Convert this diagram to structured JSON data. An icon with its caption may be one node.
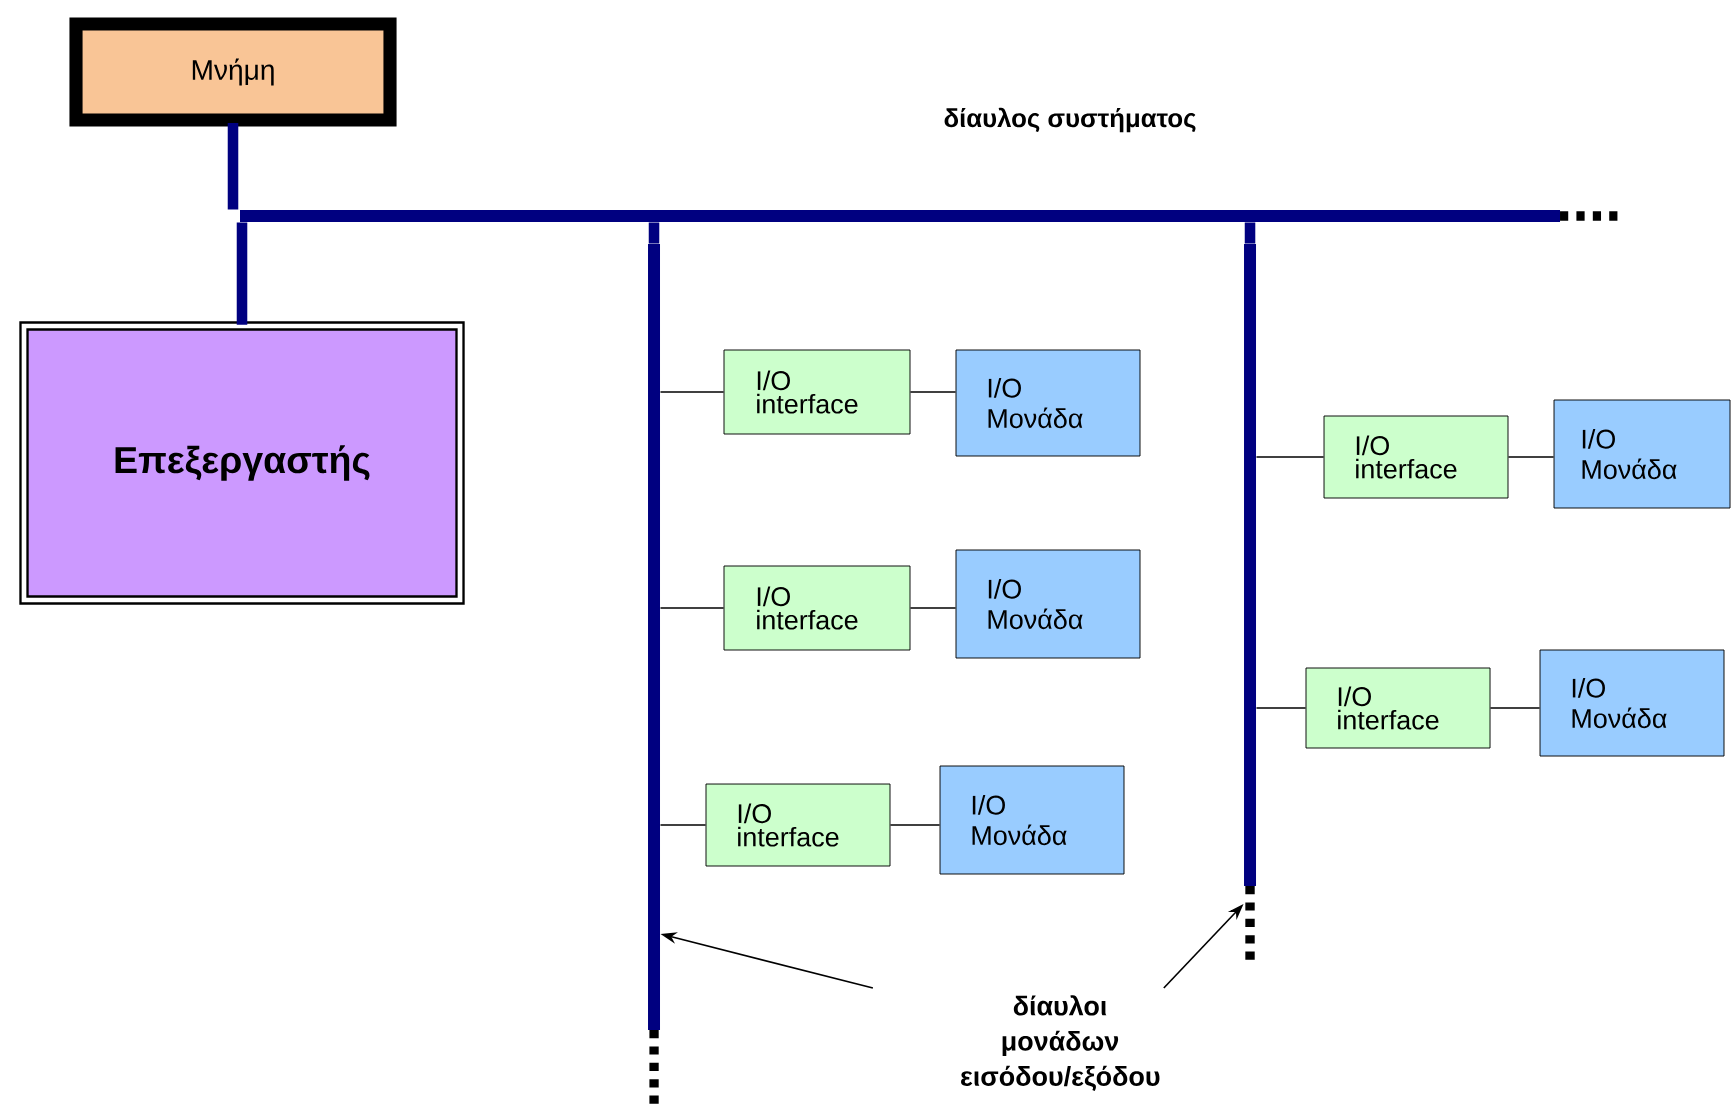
{
  "diagram": {
    "nodes": [
      {
        "text": [
          "Μνήμη"
        ]
      },
      {
        "text": [
          "Επεξεργαστής"
        ]
      },
      {
        "text": [],
        "shape": "bar"
      },
      {
        "text": [],
        "shape": "bar"
      },
      {
        "text": [],
        "shape": "bar"
      },
      {
        "text": [
          "I/O interface"
        ]
      },
      {
        "text": [
          "I/O Μονάδα"
        ]
      },
      {
        "text": [
          "I/O interface"
        ]
      },
      {
        "text": [
          "I/O Μονάδα"
        ]
      },
      {
        "text": [
          "I/O interface"
        ]
      },
      {
        "text": [
          "I/O Μονάδα"
        ]
      },
      {
        "text": [
          "I/O interface"
        ]
      },
      {
        "text": [
          "I/O Μονάδα"
        ]
      },
      {
        "text": [
          "I/O interface"
        ]
      },
      {
        "text": [
          "I/O Μονάδα"
        ]
      },
      {
        "text": [
          "δίαυλοι μονάδων εισόδου/εξόδου"
        ]
      }
    ],
    "edges": [
      {
        "from": 0,
        "to": 2,
        "arrow": "none",
        "style": "thick",
        "color": "#000080"
      },
      {
        "from": 1,
        "to": 2,
        "arrow": "none",
        "style": "thick",
        "color": "#000080"
      },
      {
        "from": 3,
        "to": 2,
        "arrow": "none",
        "style": "thick",
        "color": "#000080"
      },
      {
        "from": 4,
        "to": 2,
        "arrow": "none",
        "style": "thick",
        "color": "#000080"
      },
      {
        "from": 3,
        "to": 5,
        "arrow": "none"
      },
      {
        "from": 5,
        "to": 6,
        "arrow": "none"
      },
      {
        "from": 3,
        "to": 7,
        "arrow": "none"
      },
      {
        "from": 7,
        "to": 8,
        "arrow": "none"
      },
      {
        "from": 3,
        "to": 9,
        "arrow": "none"
      },
      {
        "from": 9,
        "to": 10,
        "arrow": "none"
      },
      {
        "from": 4,
        "to": 11,
        "arrow": "none"
      },
      {
        "from": 11,
        "to": 12,
        "arrow": "none"
      },
      {
        "from": 4,
        "to": 13,
        "arrow": "none"
      },
      {
        "from": 13,
        "to": 14,
        "arrow": "none"
      },
      {
        "from": 15,
        "to": 3,
        "arrow": "to"
      },
      {
        "from": 15,
        "to": 4,
        "arrow": "to"
      }
    ],
    "labels": [
      "δίαυλος συστήματος"
    ]
  }
}
